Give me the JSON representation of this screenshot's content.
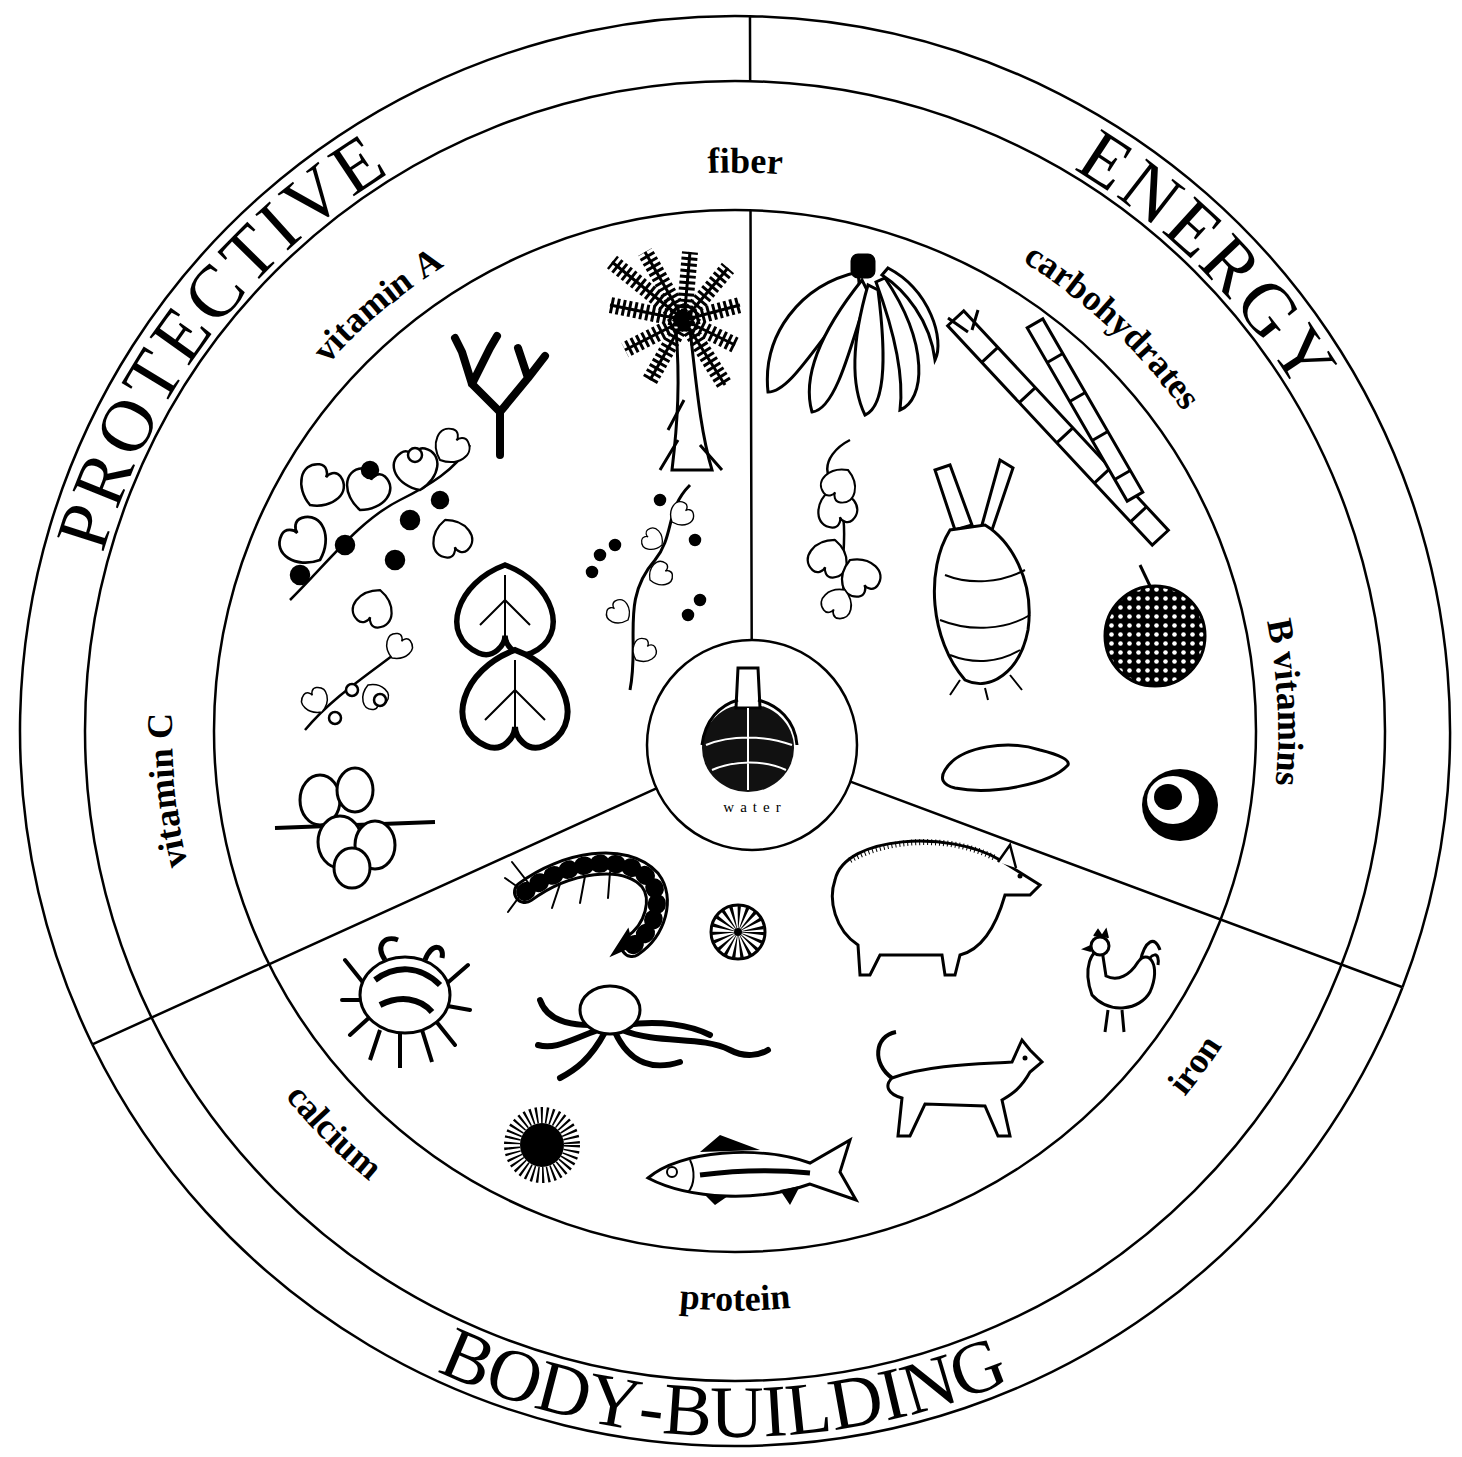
{
  "diagram": {
    "nodes": [
      {
        "text": [
          "PROTECTIVE",
          "vitamin A",
          "vitamin C"
        ]
      },
      {
        "text": [
          "ENERGY",
          "carbohydrates",
          "B vitamins"
        ]
      },
      {
        "text": [
          "BODY-BUILDING",
          "iron",
          "calcium",
          "protein"
        ]
      },
      {
        "text": [
          "water"
        ]
      }
    ],
    "labels": [
      "fiber"
    ]
  }
}
